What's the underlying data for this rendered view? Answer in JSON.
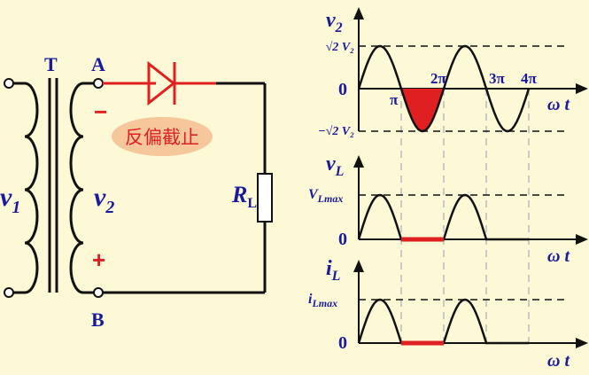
{
  "circuit": {
    "transformer_label": "T",
    "terminal_top_label": "A",
    "terminal_bottom_label": "B",
    "primary_voltage_label": "v",
    "primary_voltage_sub": "1",
    "secondary_voltage_label": "v",
    "secondary_voltage_sub": "2",
    "top_polarity": "−",
    "bottom_polarity": "+",
    "diode_state_text": "反偏截止",
    "load_label": "R",
    "load_sub": "L"
  },
  "graphs": {
    "v2": {
      "title_main": "v",
      "title_sub": "2",
      "peak_pos_label": "√2 V₂",
      "peak_neg_label": "−√2 V₂",
      "origin_label": "0",
      "x_ticks": [
        "π",
        "2π",
        "3π",
        "4π"
      ],
      "axis_label": "ω t"
    },
    "vL": {
      "title_main": "v",
      "title_sub": "L",
      "peak_main": "V",
      "peak_sub": "Lmax",
      "origin_label": "0",
      "axis_label": "ω t"
    },
    "iL": {
      "title_main": "i",
      "title_sub": "L",
      "peak_main": "i",
      "peak_sub": "Lmax",
      "origin_label": "0",
      "axis_label": "ω t"
    }
  },
  "colors": {
    "background": "#fdf8d6",
    "label_blue": "#1a1aa0",
    "highlight_red": "#e02020",
    "status_fill": "#f6c79a"
  }
}
